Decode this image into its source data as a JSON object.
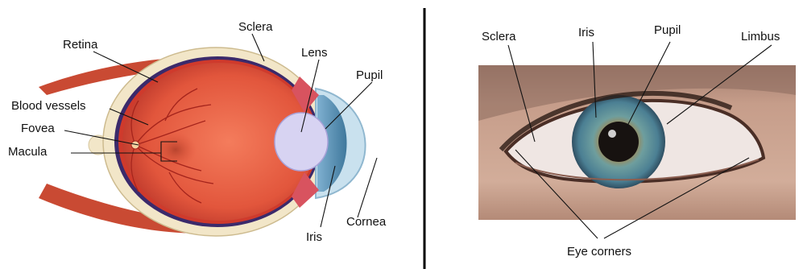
{
  "left_diagram": {
    "labels": {
      "retina": "Retina",
      "sclera": "Sclera",
      "lens": "Lens",
      "pupil": "Pupil",
      "blood_vessels": "Blood vessels",
      "fovea": "Fovea",
      "macula": "Macula",
      "cornea": "Cornea",
      "iris": "Iris"
    }
  },
  "right_photo": {
    "labels": {
      "sclera": "Sclera",
      "iris": "Iris",
      "pupil": "Pupil",
      "limbus": "Limbus",
      "eye_corners": "Eye corners"
    }
  },
  "colors": {
    "divider": "#000000",
    "eyeball_inner": "#e2563c",
    "sclera_band": "#f2e6c8",
    "muscle": "#c94a33",
    "iris_blue": "#5f95b8",
    "lens": "#d7d3f2",
    "skin": "#c9a08e"
  }
}
